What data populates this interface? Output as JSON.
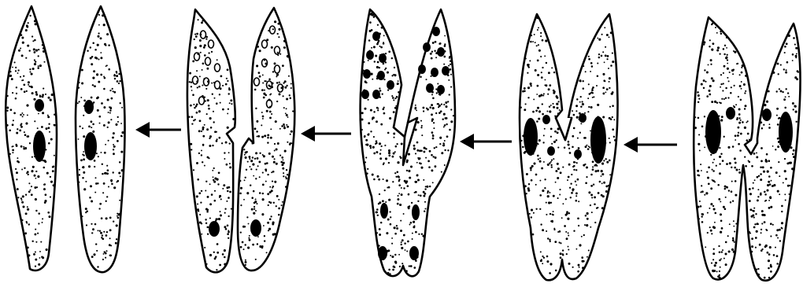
{
  "figure": {
    "stages": [
      {
        "id": "separated-daughter-cells"
      },
      {
        "id": "late-separation"
      },
      {
        "id": "v-shaped-cleavage"
      },
      {
        "id": "early-longitudinal-division"
      },
      {
        "id": "conjugating-pair"
      }
    ],
    "arrows": [
      {
        "id": "arrow-1",
        "direction": "left"
      },
      {
        "id": "arrow-2",
        "direction": "left"
      },
      {
        "id": "arrow-3",
        "direction": "left"
      },
      {
        "id": "arrow-4",
        "direction": "left"
      }
    ],
    "colors": {
      "ink": "#000000",
      "background": "#ffffff"
    }
  }
}
